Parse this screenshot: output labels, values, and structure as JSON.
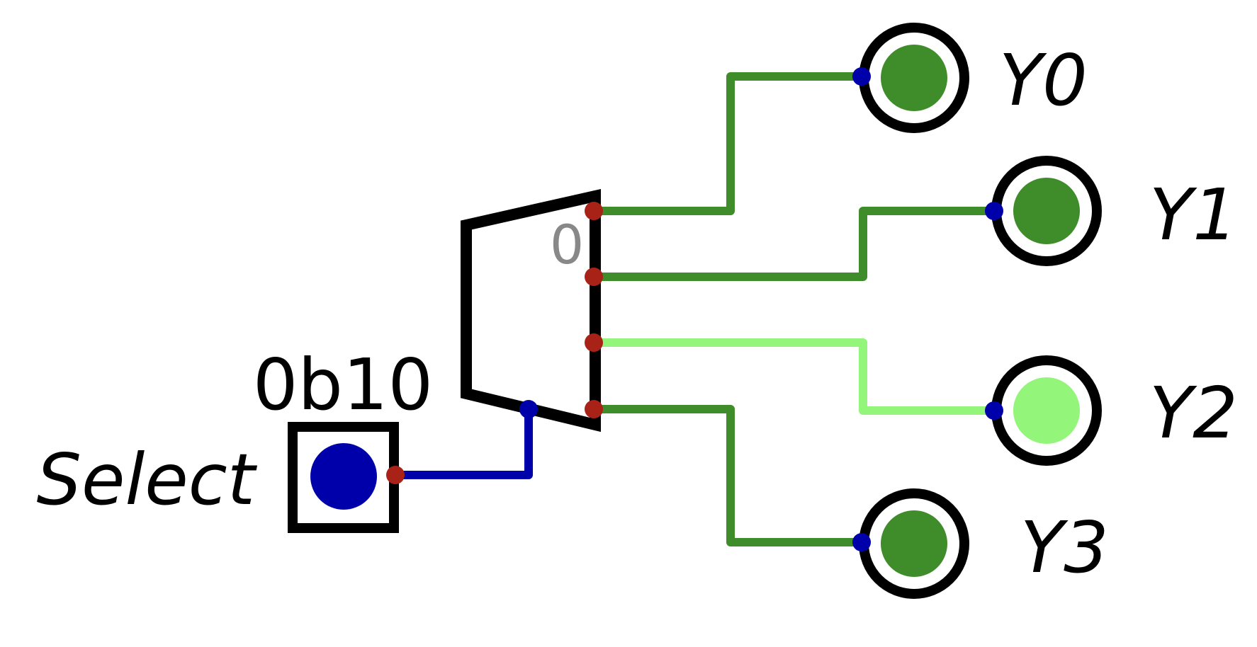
{
  "input": {
    "label": "Select",
    "value": "0b10",
    "color": "#0000aa"
  },
  "demux": {
    "first_port_label": "0"
  },
  "outputs": [
    {
      "label": "Y0",
      "state": "low"
    },
    {
      "label": "Y1",
      "state": "low"
    },
    {
      "label": "Y2",
      "state": "high"
    },
    {
      "label": "Y3",
      "state": "low"
    }
  ],
  "colors": {
    "wire_low": "#3f8c2a",
    "wire_high": "#93f57a",
    "wire_select": "#0000aa",
    "pin_out": "#a82218",
    "pin_in": "#0000aa",
    "outline": "#000000",
    "port_label": "#888888"
  }
}
